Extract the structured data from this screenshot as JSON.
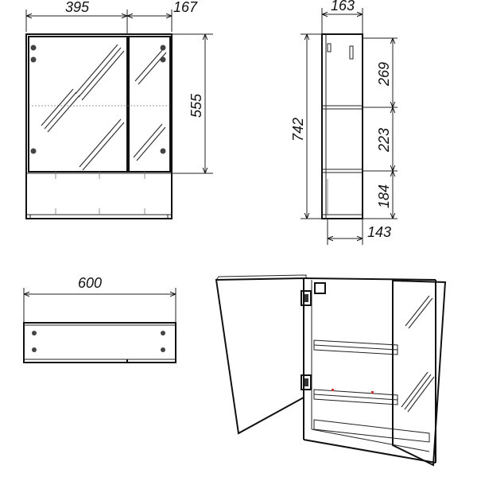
{
  "dimensions": {
    "front_left_width": "395",
    "front_right_width": "167",
    "mirror_height": "555",
    "side_depth": "163",
    "total_height": "742",
    "shelf_upper": "269",
    "shelf_middle": "223",
    "shelf_lower": "184",
    "bottom_depth": "143",
    "total_width": "600"
  },
  "colors": {
    "line": "#111111",
    "background": "#ffffff"
  }
}
